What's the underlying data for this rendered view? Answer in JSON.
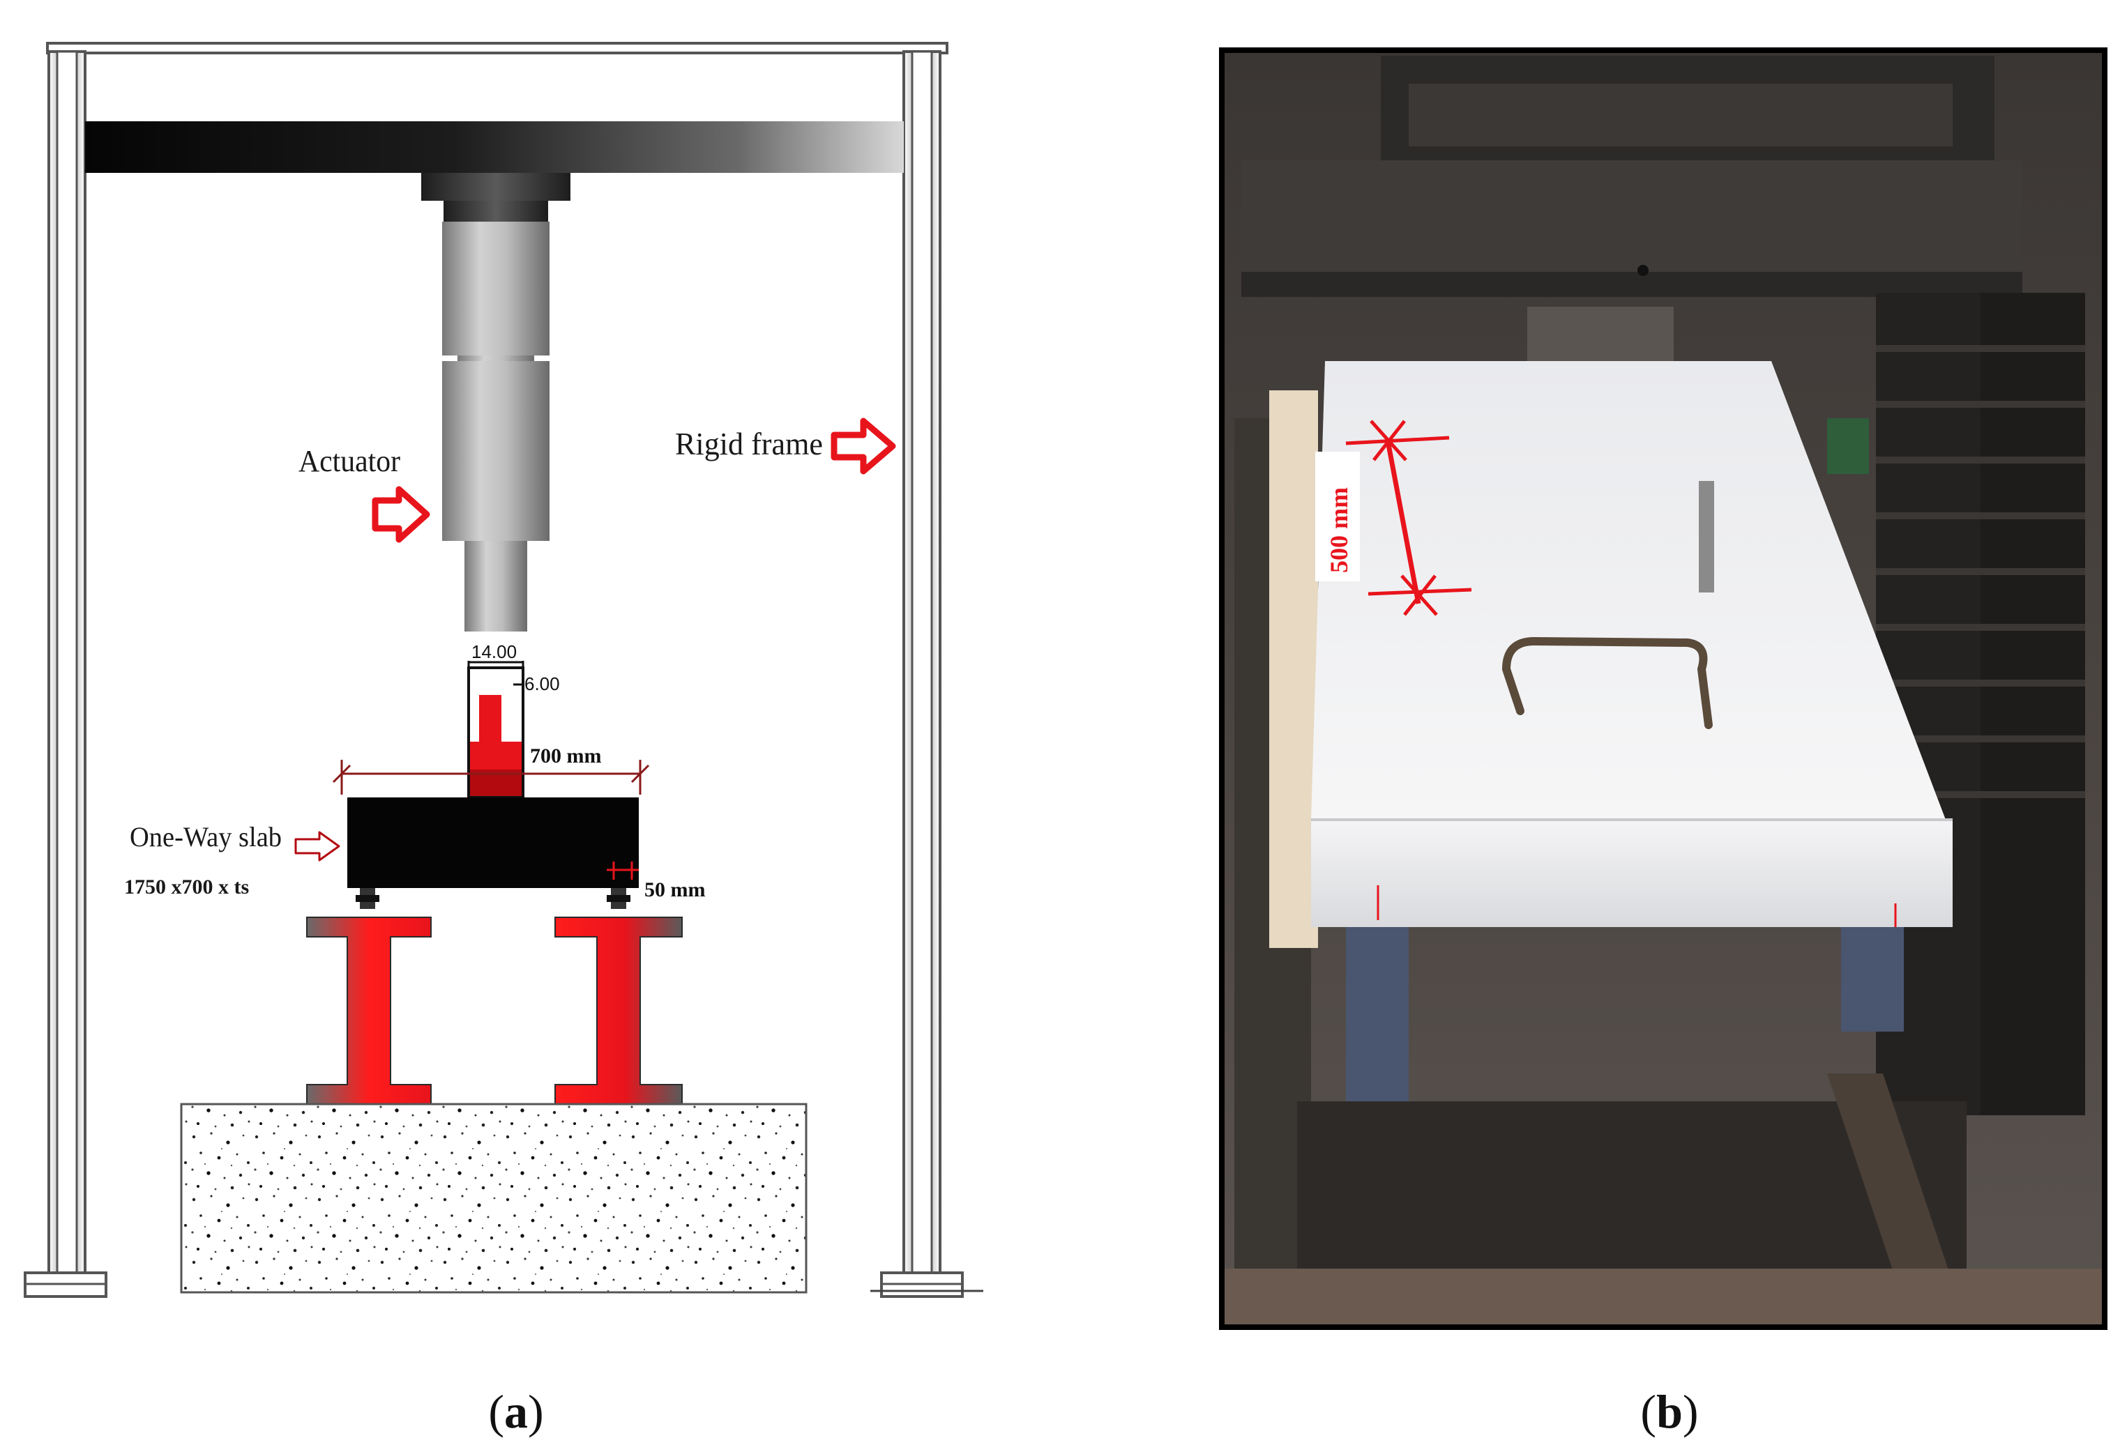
{
  "panel_a": {
    "caption_open": "(",
    "caption_letter": "a",
    "caption_close": ")",
    "actuator_label": "Actuator",
    "rigid_frame_label": "Rigid frame",
    "dim_14": "14.00",
    "dim_6": "6.00",
    "dim_700": "700 mm",
    "slab_label": "One-Way slab",
    "slab_dims": "1750 x700 x ts",
    "dim_50": "50 mm"
  },
  "panel_b": {
    "caption_open": "(",
    "caption_letter": "b",
    "caption_close": ")",
    "dim_500": "500 mm"
  },
  "colors": {
    "accent_red": "#e8141c",
    "steel_dark": "#1a1a1a",
    "concrete": "#e6e6e6"
  }
}
